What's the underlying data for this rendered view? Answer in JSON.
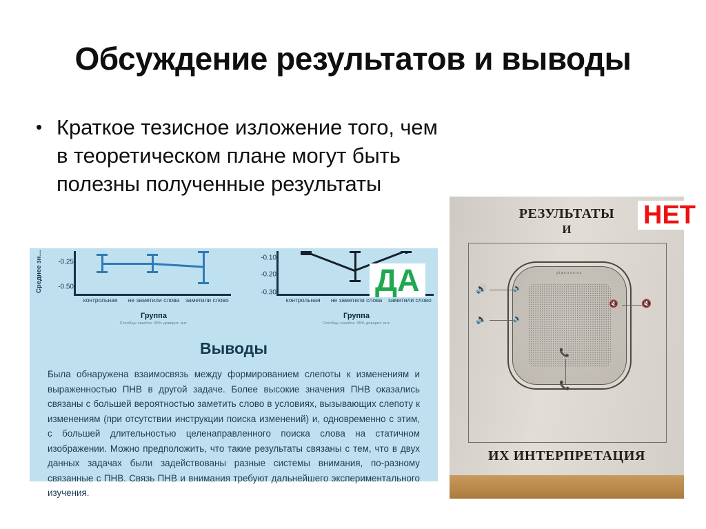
{
  "slide": {
    "title": "Обсуждение результатов и выводы",
    "bullets": [
      "Краткое тезисное изложение того, чем в теоретическом плане могут быть полезны полученные результаты"
    ]
  },
  "verdicts": {
    "yes": "ДА",
    "yes_color": "#1fa850",
    "no": "НЕТ",
    "no_color": "#ee1111"
  },
  "analysis_panel": {
    "background_color": "#bfe0ef",
    "conclusions_heading": "Выводы",
    "conclusions_text": "Была обнаружена взаимосвязь между формированием слепоты к изменениям и выраженностью ПНВ в другой задаче. Более высокие значения ПНВ оказались связаны с большей вероятностью заметить слово в условиях, вызывающих слепоту к изменениям (при отсутствии инструкции поиска изменений) и, одновременно с этим, с большей длительностью целенаправленного поиска слова на статичном изображении. Можно предположить, что такие результаты связаны с тем, что в двух данных задачах были задействованы разные системы внимания, по-разному связанные с ПНВ. Связь ПНВ и внимания требуют дальнейшего экспериментального изучения."
  },
  "chart_data": [
    {
      "type": "line",
      "title": "",
      "xlabel": "Группа",
      "ylabel": "Среднее зн…",
      "categories": [
        "контрольная",
        "не заметили слова",
        "заметили слово"
      ],
      "values": [
        -0.25,
        -0.25,
        -0.29
      ],
      "errors": [
        0.07,
        0.07,
        0.19
      ],
      "yticks": [
        "-0.25",
        "-0.50"
      ],
      "ylim": [
        -0.58,
        -0.05
      ],
      "grid": false,
      "legend": "none",
      "series_color": "#2c7bb6",
      "note": "Столбцы ошибок: 95% доверит. инт."
    },
    {
      "type": "line",
      "title": "",
      "xlabel": "Группа",
      "ylabel": "",
      "categories": [
        "контрольная",
        "не заметили слова",
        "заметили слово"
      ],
      "values": [
        -0.05,
        -0.17,
        -0.05
      ],
      "errors": [
        0.02,
        0.08,
        0.02
      ],
      "yticks": [
        "-0.10",
        "-0.20",
        "-0.30"
      ],
      "ylim": [
        -0.32,
        -0.03
      ],
      "grid": false,
      "legend": "none",
      "series_color": "#15222c",
      "note": "Столбцы ошибок: 95% доверит. инт."
    }
  ],
  "photo": {
    "heading": "РЕЗУЛЬТАТЫ",
    "heading_second_line": "И",
    "footer": "ИХ ИНТЕРПРЕТАЦИЯ",
    "device_brand": "plantronics",
    "callouts": [
      "volume-up-icon",
      "volume-down-icon",
      "mute-icon",
      "call-icon"
    ]
  }
}
